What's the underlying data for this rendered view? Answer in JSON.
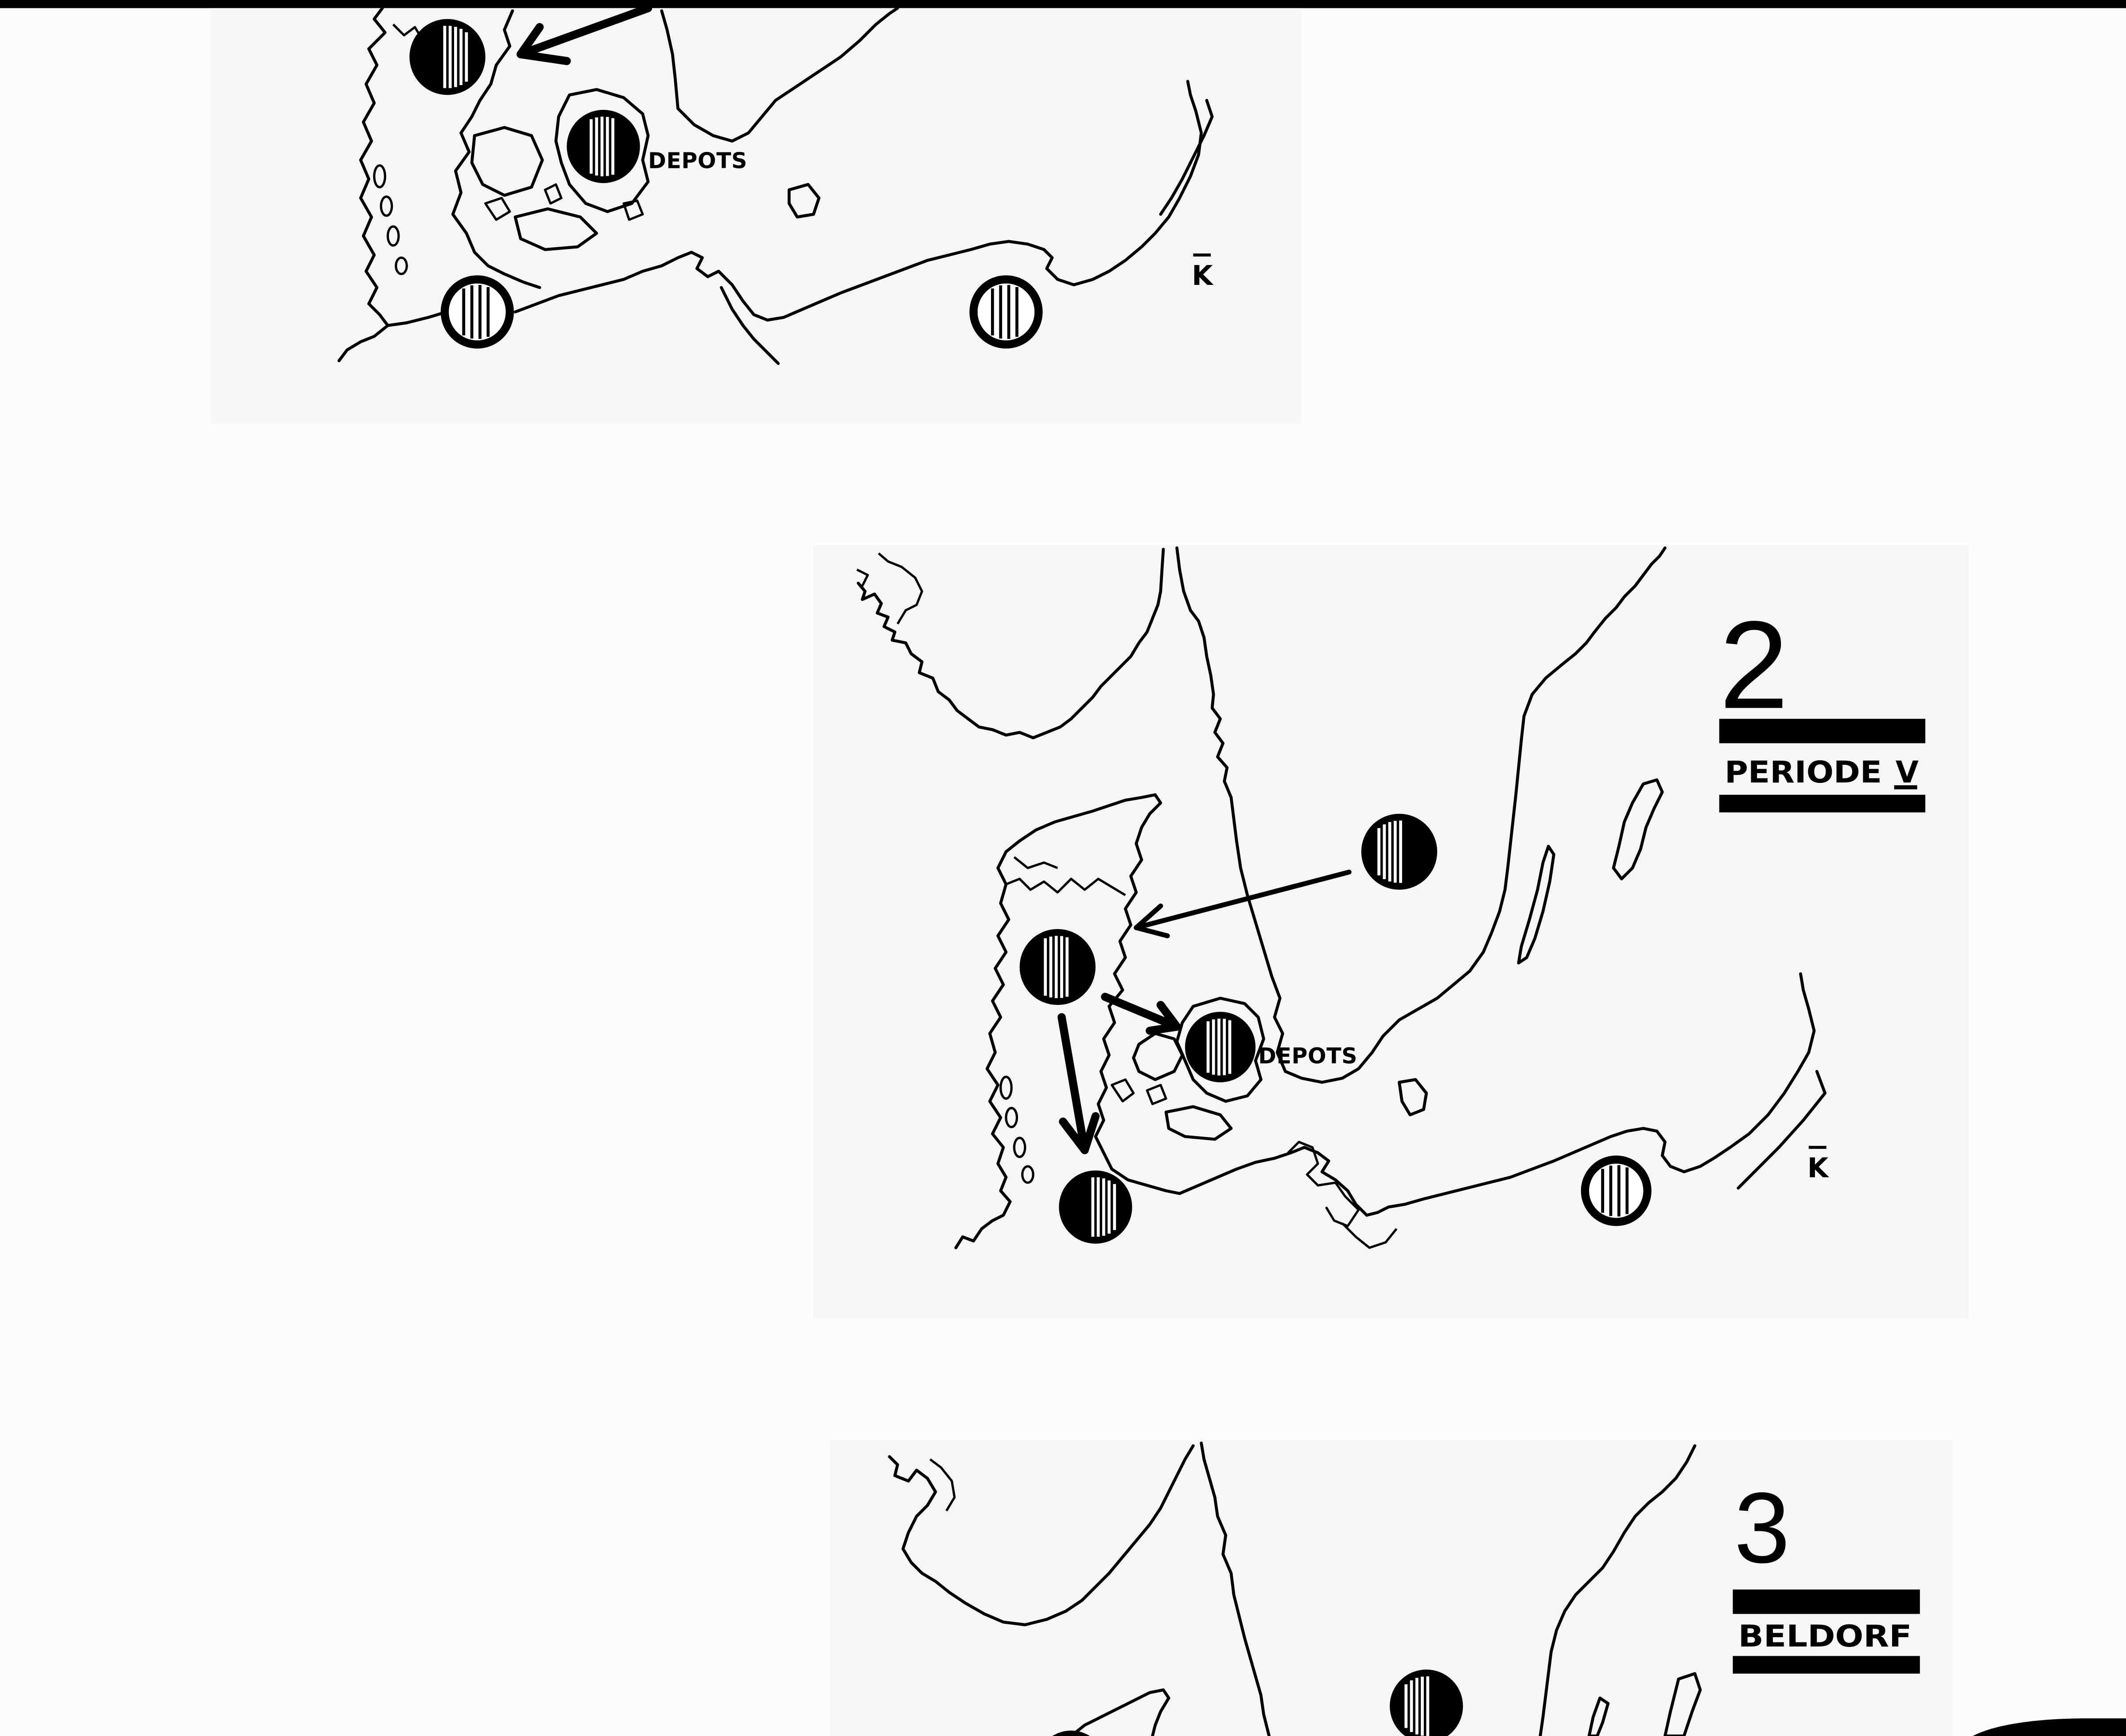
{
  "page": {
    "ink_color": "#000000",
    "paper_color": "#fcfcfc",
    "panel_color": "#f6f6f6"
  },
  "icons": {
    "site_marker": "striped-circle-icon",
    "movement_arrow": "arrow-icon"
  },
  "maps": [
    {
      "depots_label": "DEPOTS",
      "signature": "K"
    },
    {
      "number": "2",
      "title": "PERIODE",
      "title_numeral": "V",
      "depots_label": "DEPOTS",
      "signature": "K"
    },
    {
      "number": "3",
      "title": "BELDORF"
    }
  ]
}
